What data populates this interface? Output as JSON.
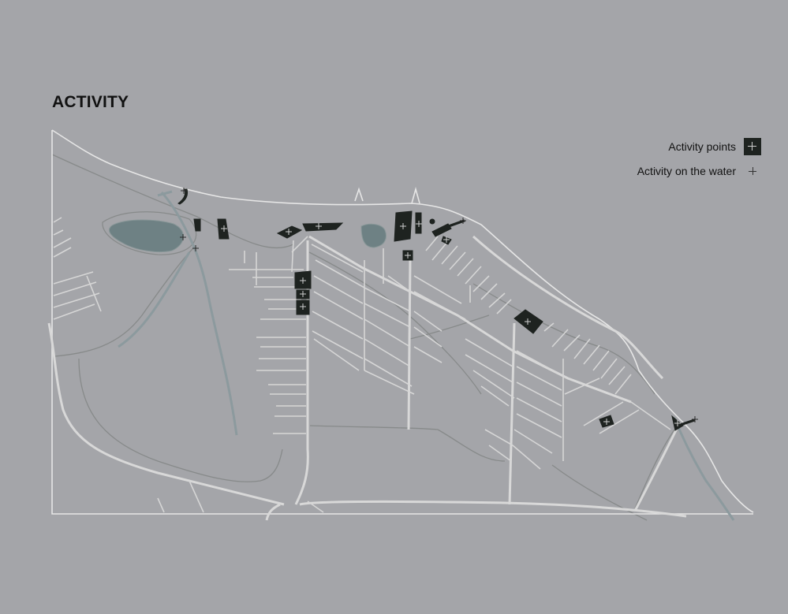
{
  "map": {
    "title": "ACTIVITY"
  },
  "legend": {
    "items": [
      {
        "label": "Activity points",
        "symbol": "dark-square-with-cross"
      },
      {
        "label": "Activity on the water",
        "symbol": "small-cross"
      }
    ]
  },
  "colors": {
    "background": "#a4a5a9",
    "road": "#dcdcdc",
    "boundary": "#e4e4e4",
    "contour": "#878a8a",
    "water": "#6e8184",
    "activity_area": "#1e2320"
  }
}
